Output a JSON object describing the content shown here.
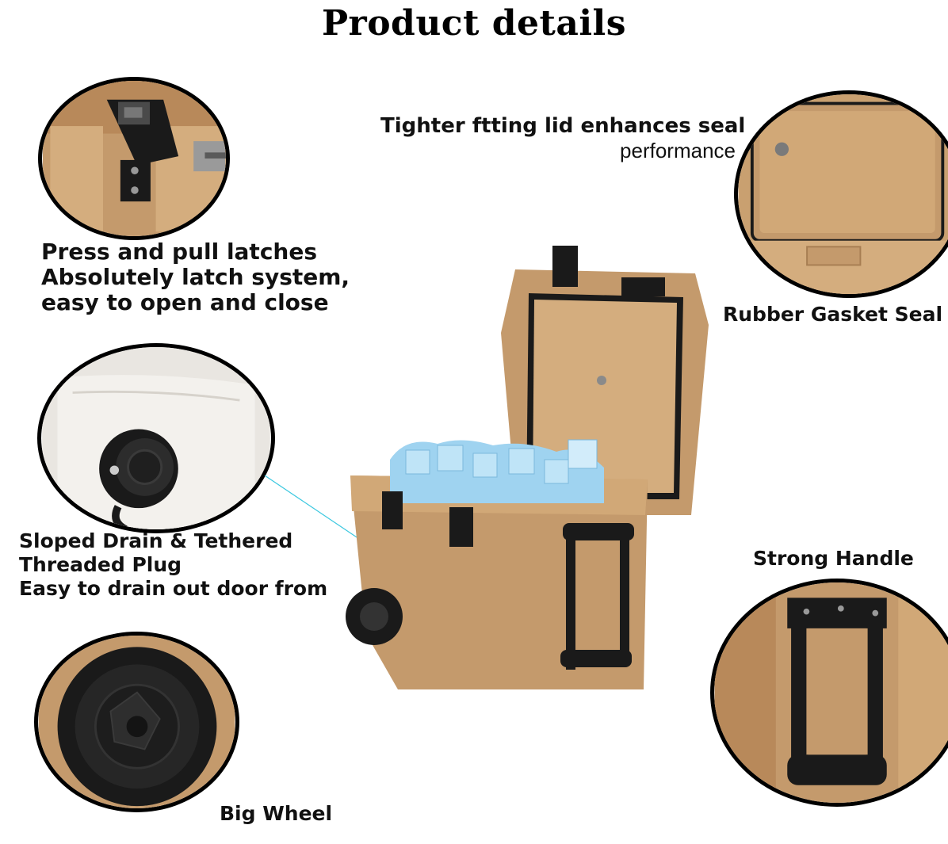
{
  "title": "Product details",
  "features": {
    "latch": {
      "lines": [
        "Press and pull latches",
        "Absolutely latch system,",
        "easy to open and close"
      ]
    },
    "seal": {
      "line1": "Tighter ftting lid enhances seal",
      "line2": "performance"
    },
    "gasket": {
      "label": "Rubber Gasket Seal"
    },
    "drain": {
      "lines": [
        "Sloped Drain & Tethered",
        "Threaded Plug",
        "Easy to drain out door from"
      ]
    },
    "handle": {
      "label": "Strong Handle"
    },
    "wheel": {
      "label": "Big Wheel"
    }
  },
  "colors": {
    "tan": "#c49a6c",
    "tan_dark": "#a77e52",
    "tan_light": "#d4ad7e",
    "black": "#1a1a1a",
    "ice": "#9fd3f0",
    "drain_tub": "#e9e6e1"
  }
}
